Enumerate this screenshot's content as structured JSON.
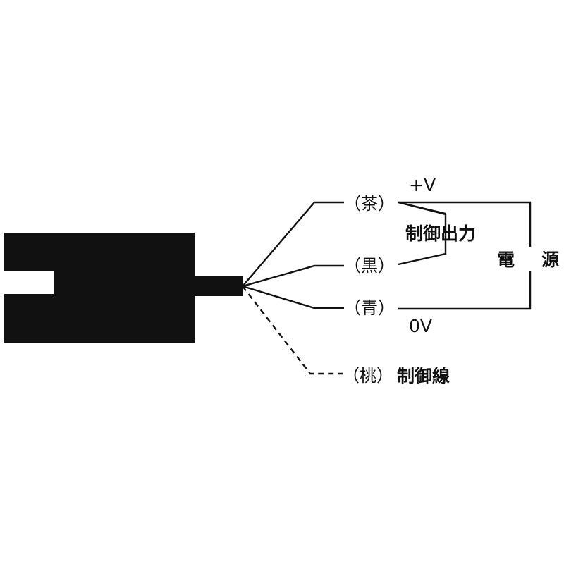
{
  "colors": {
    "ink": "#111111",
    "background": "#ffffff"
  },
  "wires": {
    "brown": {
      "label": "（茶）"
    },
    "black": {
      "label": "（黒）"
    },
    "blue": {
      "label": "（青）"
    },
    "pink": {
      "label": "（桃）",
      "function": "制御線"
    }
  },
  "labels": {
    "plus_v": "+V",
    "zero_v": "0V",
    "control_output": "制御出力",
    "power_supply_1": "電",
    "power_supply_2": "源"
  }
}
